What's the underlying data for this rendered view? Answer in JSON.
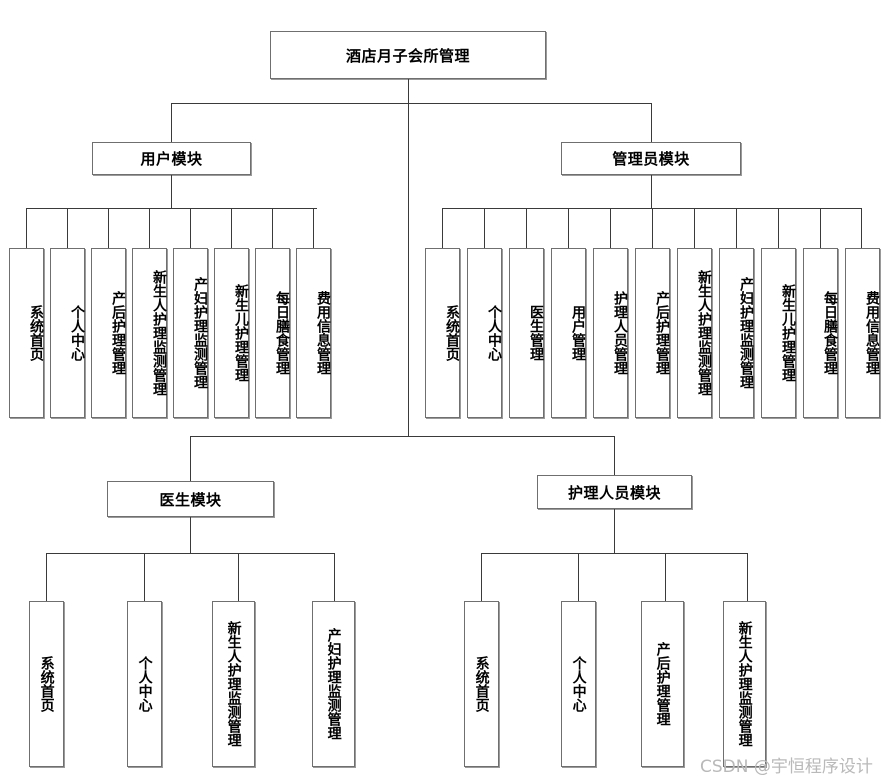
{
  "diagram": {
    "title": "酒店月子会所管理",
    "type": "hierarchy-tree",
    "root": {
      "label": "酒店月子会所管理"
    },
    "modules": [
      {
        "id": "user",
        "label": "用户模块",
        "children": [
          "系统首页",
          "个人中心",
          "产后护理管理",
          "新生人护理监测管理",
          "产妇护理监测管理",
          "新生儿护理管理",
          "每日膳食管理",
          "费用信息管理"
        ]
      },
      {
        "id": "admin",
        "label": "管理员模块",
        "children": [
          "系统首页",
          "个人中心",
          "医生管理",
          "用户管理",
          "护理人员管理",
          "产后护理管理",
          "新生人护理监测管理",
          "产妇护理监测管理",
          "新生儿护理管理",
          "每日膳食管理",
          "费用信息管理"
        ]
      },
      {
        "id": "doctor",
        "label": "医生模块",
        "children": [
          "系统首页",
          "个人中心",
          "新生人护理监测管理",
          "产妇护理监测管理"
        ]
      },
      {
        "id": "nurse",
        "label": "护理人员模块",
        "children": [
          "系统首页",
          "个人中心",
          "产后护理管理",
          "新生人护理监测管理"
        ]
      }
    ]
  },
  "watermark": {
    "text": "CSDN @宇恒程序设计",
    "color": "#b9b9b9"
  },
  "style": {
    "box_border": "#6f6f6f",
    "box_shadow": "#9a9a9a",
    "line": "#3a3a3a",
    "background": "#ffffff",
    "text": "#000000"
  }
}
